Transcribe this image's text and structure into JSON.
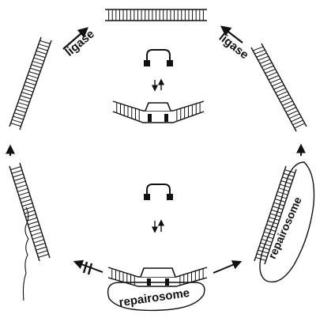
{
  "labels": {
    "ligase_left": "ligase",
    "ligase_right": "ligase",
    "repairosome_bottom": "repairosome",
    "repairosome_right": "repairosome"
  },
  "colors": {
    "ink": "#111111",
    "background": "#ffffff"
  },
  "icons": [
    "dna-duplex-icon",
    "bent-dna-complex-icon",
    "protein-dimer-icon",
    "equilibrium-arrows-icon",
    "blocked-arrow-icon",
    "repairosome-blob-icon"
  ]
}
